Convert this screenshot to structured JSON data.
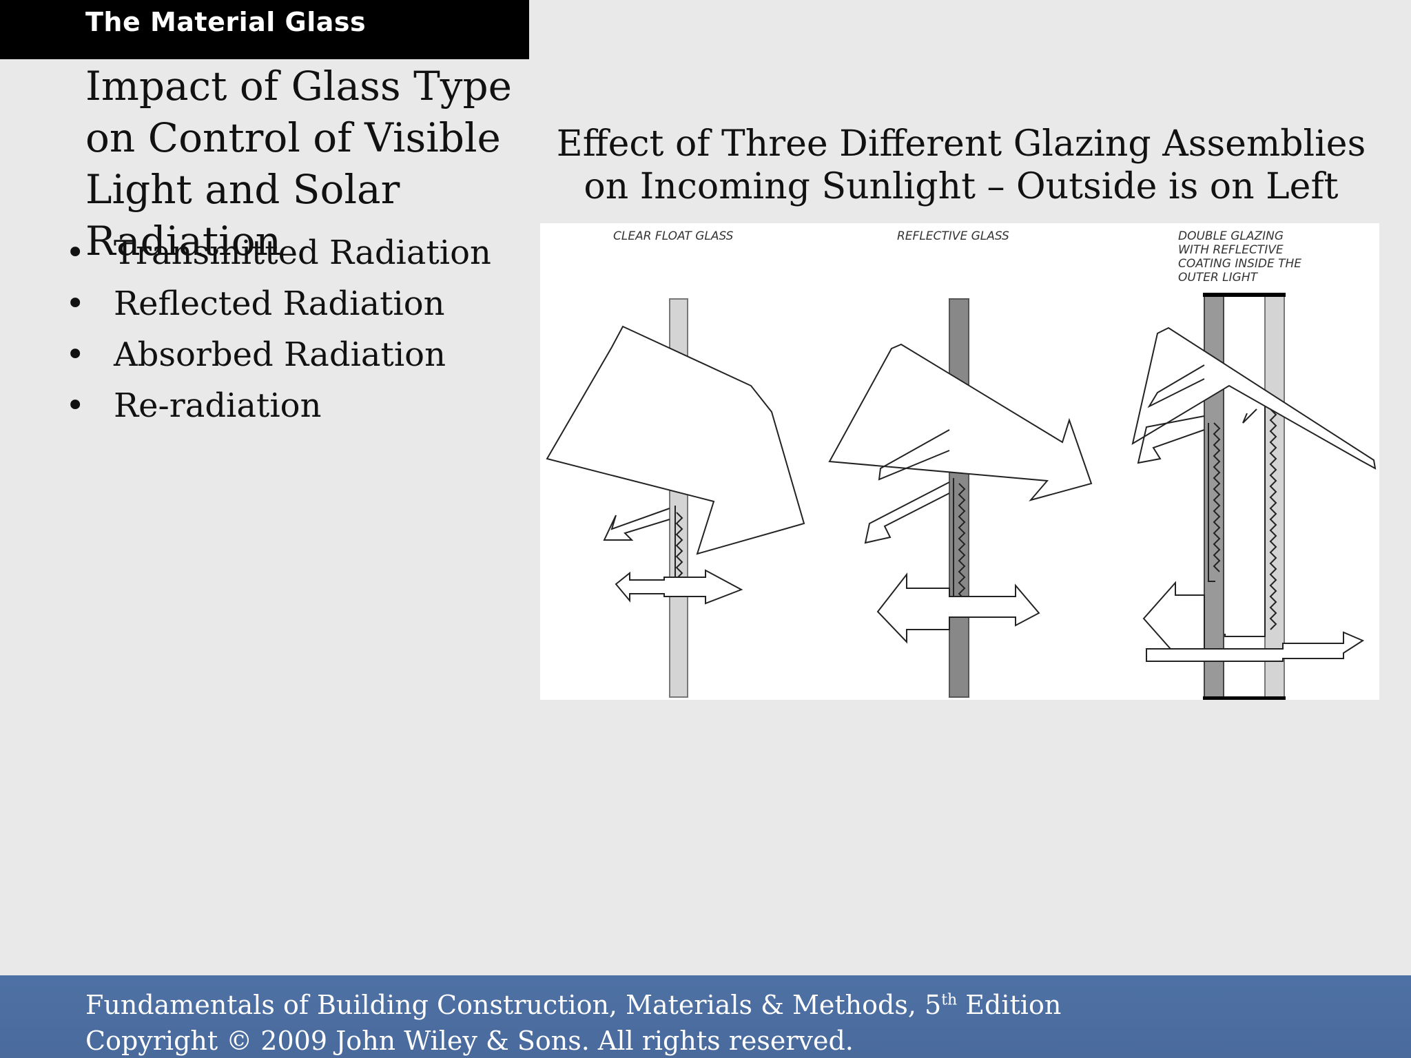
{
  "header": {
    "section_title": "The Material Glass"
  },
  "slide": {
    "title": "Impact of Glass Type on Control of Visible Light and Solar Radiation",
    "bullets": [
      "Transmitted Radiation",
      "Reflected Radiation",
      "Absorbed Radiation",
      "Re-radiation"
    ]
  },
  "diagram": {
    "title": "Effect of Three Different Glazing Assemblies on Incoming Sunlight – Outside is on Left",
    "labels": {
      "clear": "CLEAR FLOAT GLASS",
      "reflective": "REFLECTIVE GLASS",
      "double_1": "DOUBLE GLAZING",
      "double_2": "WITH REFLECTIVE",
      "double_3": "COATING INSIDE THE",
      "double_4": "OUTER LIGHT"
    }
  },
  "footer": {
    "line1_pre": "Fundamentals of Building Construction, Materials & Methods, 5",
    "line1_sup": "th",
    "line1_post": " Edition",
    "line2": "Copyright © 2009 John Wiley & Sons. All rights reserved."
  }
}
